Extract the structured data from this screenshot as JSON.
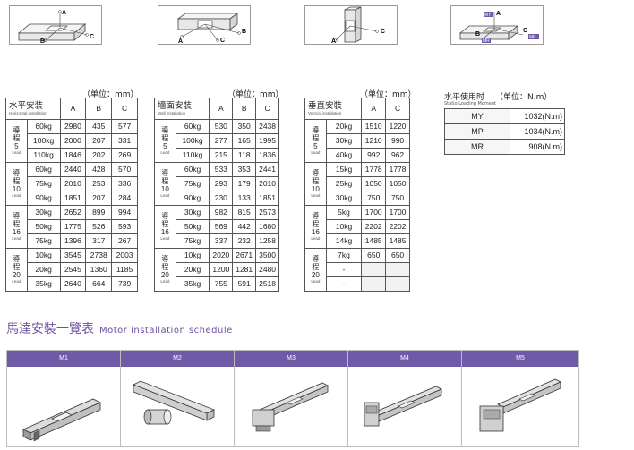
{
  "diagrams": [
    {
      "name": "horizontal",
      "labels": {
        "a": "A",
        "b": "B",
        "c": "C"
      }
    },
    {
      "name": "wall",
      "labels": {
        "a": "A",
        "b": "B",
        "c": "C"
      }
    },
    {
      "name": "vertical",
      "labels": {
        "a": "A",
        "c": "C"
      }
    },
    {
      "name": "static-moment",
      "labels": {
        "a": "A",
        "b": "B",
        "c": "C",
        "my": "MY",
        "mp": "MP",
        "mr": "MR"
      }
    }
  ],
  "unit_mm": "（单位：mm）",
  "unit_nm": "（单位：N.m）",
  "lead_en": "Lead",
  "horizontal": {
    "caption_zh": "水平安装",
    "caption_en": "Horizontal installation",
    "cols": [
      "A",
      "B",
      "C"
    ],
    "groups": [
      {
        "lead_zh": [
          "導",
          "程",
          "5"
        ],
        "rows": [
          [
            "60kg",
            "2980",
            "435",
            "577"
          ],
          [
            "100kg",
            "2000",
            "207",
            "331"
          ],
          [
            "110kg",
            "1846",
            "202",
            "269"
          ]
        ]
      },
      {
        "lead_zh": [
          "導",
          "程",
          "10"
        ],
        "rows": [
          [
            "60kg",
            "2440",
            "428",
            "570"
          ],
          [
            "75kg",
            "2010",
            "253",
            "336"
          ],
          [
            "90kg",
            "1851",
            "207",
            "284"
          ]
        ]
      },
      {
        "lead_zh": [
          "導",
          "程",
          "16"
        ],
        "rows": [
          [
            "30kg",
            "2652",
            "899",
            "994"
          ],
          [
            "50kg",
            "1775",
            "526",
            "593"
          ],
          [
            "75kg",
            "1396",
            "317",
            "267"
          ]
        ]
      },
      {
        "lead_zh": [
          "導",
          "程",
          "20"
        ],
        "rows": [
          [
            "10kg",
            "3545",
            "2738",
            "2003"
          ],
          [
            "20kg",
            "2545",
            "1360",
            "1185"
          ],
          [
            "35kg",
            "2640",
            "664",
            "739"
          ]
        ]
      }
    ]
  },
  "wall": {
    "caption_zh": "墻面安裝",
    "caption_en": "Wall installation",
    "cols": [
      "A",
      "B",
      "C"
    ],
    "groups": [
      {
        "lead_zh": [
          "導",
          "程",
          "5"
        ],
        "rows": [
          [
            "60kg",
            "530",
            "350",
            "2438"
          ],
          [
            "100kg",
            "277",
            "165",
            "1995"
          ],
          [
            "110kg",
            "215",
            "118",
            "1836"
          ]
        ]
      },
      {
        "lead_zh": [
          "導",
          "程",
          "10"
        ],
        "rows": [
          [
            "60kg",
            "533",
            "353",
            "2441"
          ],
          [
            "75kg",
            "293",
            "179",
            "2010"
          ],
          [
            "90kg",
            "230",
            "133",
            "1851"
          ]
        ]
      },
      {
        "lead_zh": [
          "導",
          "程",
          "16"
        ],
        "rows": [
          [
            "30kg",
            "982",
            "815",
            "2573"
          ],
          [
            "50kg",
            "569",
            "442",
            "1680"
          ],
          [
            "75kg",
            "337",
            "232",
            "1258"
          ]
        ]
      },
      {
        "lead_zh": [
          "導",
          "程",
          "20"
        ],
        "rows": [
          [
            "10kg",
            "2020",
            "2671",
            "3500"
          ],
          [
            "20kg",
            "1200",
            "1281",
            "2480"
          ],
          [
            "35kg",
            "755",
            "591",
            "2518"
          ]
        ]
      }
    ]
  },
  "vertical": {
    "caption_zh": "垂直安裝",
    "caption_en": "Vetrcial installation",
    "cols": [
      "A",
      "C"
    ],
    "groups": [
      {
        "lead_zh": [
          "導",
          "程",
          "5"
        ],
        "rows": [
          [
            "20kg",
            "1510",
            "1220"
          ],
          [
            "30kg",
            "1210",
            "990"
          ],
          [
            "40kg",
            "992",
            "962"
          ]
        ]
      },
      {
        "lead_zh": [
          "導",
          "程",
          "10"
        ],
        "rows": [
          [
            "15kg",
            "1778",
            "1778"
          ],
          [
            "25kg",
            "1050",
            "1050"
          ],
          [
            "30kg",
            "750",
            "750"
          ]
        ]
      },
      {
        "lead_zh": [
          "導",
          "程",
          "16"
        ],
        "rows": [
          [
            "5kg",
            "1700",
            "1700"
          ],
          [
            "10kg",
            "2202",
            "2202"
          ],
          [
            "14kg",
            "1485",
            "1485"
          ]
        ]
      },
      {
        "lead_zh": [
          "導",
          "程",
          "20"
        ],
        "rows": [
          [
            "7kg",
            "650",
            "650"
          ],
          [
            "-",
            "",
            ""
          ],
          [
            "-",
            "",
            ""
          ]
        ]
      }
    ]
  },
  "static_load": {
    "title": "水平使用时",
    "subtitle": "Statio Loading Moment",
    "rows": [
      [
        "MY",
        "1032(N.m)"
      ],
      [
        "MP",
        "1034(N.m)"
      ],
      [
        "MR",
        "908(N.m)"
      ]
    ]
  },
  "schedule": {
    "title_zh": "馬達安裝一覽表",
    "title_en": "Motor installation schedule",
    "motors": [
      "M1",
      "M2",
      "M3",
      "M4",
      "M5"
    ]
  }
}
